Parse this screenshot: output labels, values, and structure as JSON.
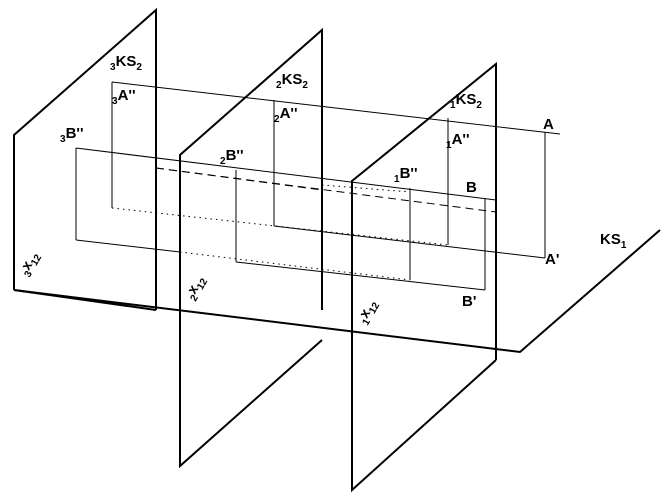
{
  "labels": {
    "ks1": {
      "main": "KS",
      "sub": "1"
    },
    "point_a": "A",
    "point_a_prime": "A'",
    "point_b": "B",
    "point_b_prime": "B'",
    "plane1": {
      "ks2": {
        "pre": "1",
        "main": "KS",
        "sub": "2"
      },
      "a2": {
        "pre": "1",
        "main": "A''"
      },
      "b2": {
        "pre": "1",
        "main": "B''"
      },
      "x12": {
        "pre": "1",
        "main": "x",
        "sub": "12"
      }
    },
    "plane2": {
      "ks2": {
        "pre": "2",
        "main": "KS",
        "sub": "2"
      },
      "a2": {
        "pre": "2",
        "main": "A''"
      },
      "b2": {
        "pre": "2",
        "main": "B''"
      },
      "x12": {
        "pre": "2",
        "main": "x",
        "sub": "12"
      }
    },
    "plane3": {
      "ks2": {
        "pre": "3",
        "main": "KS",
        "sub": "2"
      },
      "a2": {
        "pre": "3",
        "main": "A''"
      },
      "b2": {
        "pre": "3",
        "main": "B''"
      },
      "x12": {
        "pre": "3",
        "main": "x",
        "sub": "12"
      }
    }
  }
}
